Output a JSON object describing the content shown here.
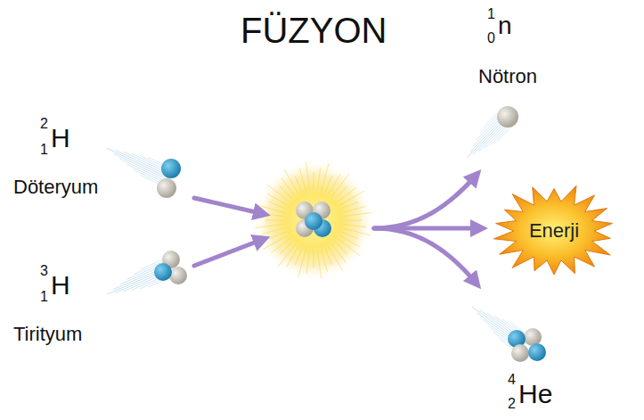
{
  "diagram": {
    "title": "FÜZYON",
    "nodes": [
      {
        "text": [
          "Enerji"
        ]
      }
    ],
    "labels": [
      "2",
      "1",
      "H",
      "Döteryum",
      "3",
      "1",
      "H",
      "Tirityum",
      "1",
      "0",
      "n",
      "Nötron",
      "4",
      "2",
      "He"
    ]
  }
}
